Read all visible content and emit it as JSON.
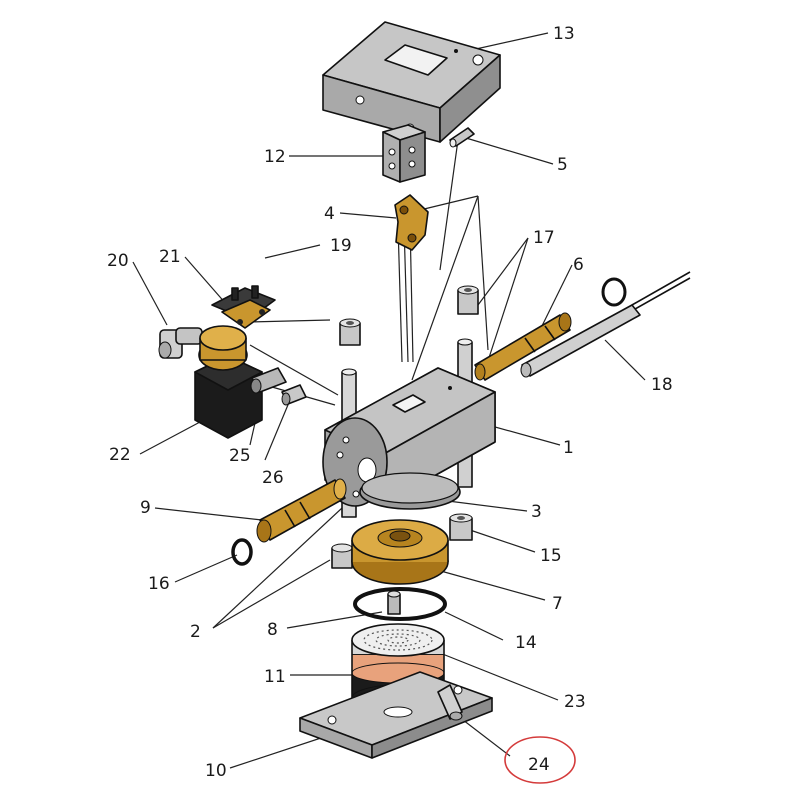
{
  "labels": {
    "l1": "1",
    "l2": "2",
    "l3": "3",
    "l4": "4",
    "l5": "5",
    "l6": "6",
    "l7": "7",
    "l8": "8",
    "l9": "9",
    "l10": "10",
    "l11": "11",
    "l12": "12",
    "l13": "13",
    "l14": "14",
    "l15": "15",
    "l16": "16",
    "l17": "17",
    "l18": "18",
    "l19": "19",
    "l20": "20",
    "l21": "21",
    "l22": "22",
    "l23": "23",
    "l24": "24",
    "l25": "25",
    "l26": "26"
  },
  "colors": {
    "steel": "#b4b4b4",
    "steel_dark": "#8a8a8a",
    "steel_light": "#d6d6d6",
    "brass": "#c9962e",
    "brass_dark": "#9c6f17",
    "black": "#1b1b1b",
    "copper": "#e8a27c",
    "highlight": "#d43b3b"
  }
}
